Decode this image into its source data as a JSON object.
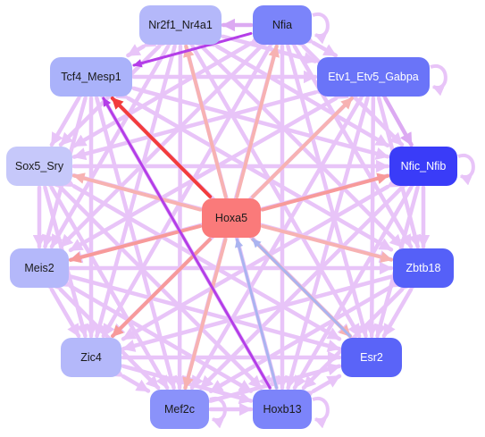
{
  "diagram": {
    "colors": {
      "edge_light": "#e8c4f8",
      "edge_mid": "#dcaaf2",
      "edge_purple": "#b43ee8",
      "edge_red": "#f23c3c",
      "edge_salmon": "#f79a9a",
      "edge_pink": "#f7b2b2",
      "edge_blue": "#aab4f0"
    },
    "nodes": [
      {
        "id": "nr2f1",
        "label": "Nr2f1_Nr4a1",
        "fill": "#b4b8fa",
        "text_color": "#1a1a1a"
      },
      {
        "id": "nfia",
        "label": "Nfia",
        "fill": "#7b84fa",
        "text_color": "#1a1a1a"
      },
      {
        "id": "tcf4",
        "label": "Tcf4_Mesp1",
        "fill": "#aab2fa",
        "text_color": "#1a1a1a"
      },
      {
        "id": "etv1",
        "label": "Etv1_Etv5_Gabpa",
        "fill": "#6a74f8",
        "text_color": "#ffffff"
      },
      {
        "id": "sox5",
        "label": "Sox5_Sry",
        "fill": "#c6c8fa",
        "text_color": "#1a1a1a"
      },
      {
        "id": "nfic",
        "label": "Nfic_Nfib",
        "fill": "#3a3cf8",
        "text_color": "#ffffff"
      },
      {
        "id": "hoxa5",
        "label": "Hoxa5",
        "fill": "#fa7a7a",
        "text_color": "#1a1a1a"
      },
      {
        "id": "meis2",
        "label": "Meis2",
        "fill": "#b4b8fa",
        "text_color": "#1a1a1a"
      },
      {
        "id": "zbtb18",
        "label": "Zbtb18",
        "fill": "#5560f8",
        "text_color": "#ffffff"
      },
      {
        "id": "zic4",
        "label": "Zic4",
        "fill": "#b4b8fa",
        "text_color": "#1a1a1a"
      },
      {
        "id": "esr2",
        "label": "Esr2",
        "fill": "#5a64f8",
        "text_color": "#ffffff"
      },
      {
        "id": "mef2c",
        "label": "Mef2c",
        "fill": "#8a92fa",
        "text_color": "#1a1a1a"
      },
      {
        "id": "hoxb13",
        "label": "Hoxb13",
        "fill": "#7c84fa",
        "text_color": "#1a1a1a"
      }
    ],
    "edges": [
      {
        "from": "hoxa5",
        "to": "tcf4",
        "kind": "red"
      },
      {
        "from": "hoxa5",
        "to": "nfic",
        "kind": "salmon"
      },
      {
        "from": "hoxa5",
        "to": "sox5",
        "kind": "pink"
      },
      {
        "from": "hoxa5",
        "to": "meis2",
        "kind": "salmon"
      },
      {
        "from": "hoxa5",
        "to": "zbtb18",
        "kind": "pink"
      },
      {
        "from": "hoxa5",
        "to": "zic4",
        "kind": "salmon"
      },
      {
        "from": "hoxa5",
        "to": "esr2",
        "kind": "pink"
      },
      {
        "from": "hoxa5",
        "to": "nfia",
        "kind": "pink"
      },
      {
        "from": "hoxa5",
        "to": "etv1",
        "kind": "pink"
      },
      {
        "from": "hoxa5",
        "to": "nr2f1",
        "kind": "pink"
      },
      {
        "from": "hoxa5",
        "to": "mef2c",
        "kind": "pink"
      },
      {
        "from": "esr2",
        "to": "hoxa5",
        "kind": "blue"
      },
      {
        "from": "hoxb13",
        "to": "hoxa5",
        "kind": "blue"
      },
      {
        "from": "hoxb13",
        "to": "tcf4",
        "kind": "purple"
      },
      {
        "from": "nfia",
        "to": "tcf4",
        "kind": "purple"
      },
      {
        "from": "etv1",
        "to": "nfic",
        "kind": "mid"
      },
      {
        "from": "nfia",
        "to": "nr2f1",
        "kind": "mid"
      },
      {
        "from": "nfia",
        "to": "sox5",
        "kind": "light"
      },
      {
        "from": "nfia",
        "to": "meis2",
        "kind": "light"
      },
      {
        "from": "nfia",
        "to": "zic4",
        "kind": "light"
      },
      {
        "from": "nfia",
        "to": "mef2c",
        "kind": "light"
      },
      {
        "from": "nfia",
        "to": "hoxb13",
        "kind": "light"
      },
      {
        "from": "nfia",
        "to": "esr2",
        "kind": "light"
      },
      {
        "from": "nfia",
        "to": "zbtb18",
        "kind": "light"
      },
      {
        "from": "nfia",
        "to": "nfic",
        "kind": "light"
      },
      {
        "from": "nfia",
        "to": "etv1",
        "kind": "light"
      },
      {
        "from": "nr2f1",
        "to": "tcf4",
        "kind": "light"
      },
      {
        "from": "nr2f1",
        "to": "etv1",
        "kind": "light"
      },
      {
        "from": "nr2f1",
        "to": "sox5",
        "kind": "light"
      },
      {
        "from": "nr2f1",
        "to": "meis2",
        "kind": "light"
      },
      {
        "from": "nr2f1",
        "to": "zic4",
        "kind": "light"
      },
      {
        "from": "nr2f1",
        "to": "mef2c",
        "kind": "light"
      },
      {
        "from": "nr2f1",
        "to": "hoxb13",
        "kind": "light"
      },
      {
        "from": "nr2f1",
        "to": "esr2",
        "kind": "light"
      },
      {
        "from": "nr2f1",
        "to": "zbtb18",
        "kind": "light"
      },
      {
        "from": "nr2f1",
        "to": "nfic",
        "kind": "light"
      },
      {
        "from": "tcf4",
        "to": "etv1",
        "kind": "light"
      },
      {
        "from": "tcf4",
        "to": "sox5",
        "kind": "light"
      },
      {
        "from": "tcf4",
        "to": "meis2",
        "kind": "light"
      },
      {
        "from": "tcf4",
        "to": "zic4",
        "kind": "light"
      },
      {
        "from": "tcf4",
        "to": "mef2c",
        "kind": "light"
      },
      {
        "from": "tcf4",
        "to": "hoxb13",
        "kind": "light"
      },
      {
        "from": "tcf4",
        "to": "esr2",
        "kind": "light"
      },
      {
        "from": "tcf4",
        "to": "zbtb18",
        "kind": "light"
      },
      {
        "from": "tcf4",
        "to": "nfic",
        "kind": "light"
      },
      {
        "from": "etv1",
        "to": "sox5",
        "kind": "light"
      },
      {
        "from": "etv1",
        "to": "meis2",
        "kind": "light"
      },
      {
        "from": "etv1",
        "to": "zic4",
        "kind": "light"
      },
      {
        "from": "etv1",
        "to": "mef2c",
        "kind": "light"
      },
      {
        "from": "etv1",
        "to": "hoxb13",
        "kind": "light"
      },
      {
        "from": "etv1",
        "to": "esr2",
        "kind": "light"
      },
      {
        "from": "etv1",
        "to": "zbtb18",
        "kind": "light"
      },
      {
        "from": "sox5",
        "to": "meis2",
        "kind": "light"
      },
      {
        "from": "sox5",
        "to": "zic4",
        "kind": "light"
      },
      {
        "from": "sox5",
        "to": "mef2c",
        "kind": "light"
      },
      {
        "from": "sox5",
        "to": "hoxb13",
        "kind": "light"
      },
      {
        "from": "sox5",
        "to": "esr2",
        "kind": "light"
      },
      {
        "from": "sox5",
        "to": "zbtb18",
        "kind": "light"
      },
      {
        "from": "sox5",
        "to": "nfic",
        "kind": "light"
      },
      {
        "from": "nfic",
        "to": "meis2",
        "kind": "light"
      },
      {
        "from": "nfic",
        "to": "zic4",
        "kind": "light"
      },
      {
        "from": "nfic",
        "to": "mef2c",
        "kind": "light"
      },
      {
        "from": "nfic",
        "to": "hoxb13",
        "kind": "light"
      },
      {
        "from": "nfic",
        "to": "esr2",
        "kind": "light"
      },
      {
        "from": "nfic",
        "to": "zbtb18",
        "kind": "light"
      },
      {
        "from": "meis2",
        "to": "zic4",
        "kind": "light"
      },
      {
        "from": "meis2",
        "to": "mef2c",
        "kind": "light"
      },
      {
        "from": "meis2",
        "to": "hoxb13",
        "kind": "light"
      },
      {
        "from": "meis2",
        "to": "esr2",
        "kind": "light"
      },
      {
        "from": "meis2",
        "to": "zbtb18",
        "kind": "light"
      },
      {
        "from": "zbtb18",
        "to": "zic4",
        "kind": "light"
      },
      {
        "from": "zbtb18",
        "to": "mef2c",
        "kind": "light"
      },
      {
        "from": "zbtb18",
        "to": "hoxb13",
        "kind": "light"
      },
      {
        "from": "zbtb18",
        "to": "esr2",
        "kind": "light"
      },
      {
        "from": "zic4",
        "to": "mef2c",
        "kind": "light"
      },
      {
        "from": "zic4",
        "to": "hoxb13",
        "kind": "light"
      },
      {
        "from": "zic4",
        "to": "esr2",
        "kind": "light"
      },
      {
        "from": "mef2c",
        "to": "hoxb13",
        "kind": "light"
      },
      {
        "from": "mef2c",
        "to": "esr2",
        "kind": "light"
      },
      {
        "from": "hoxb13",
        "to": "esr2",
        "kind": "light"
      }
    ],
    "self_loops": [
      "nfia",
      "etv1",
      "nfic",
      "mef2c",
      "hoxb13"
    ]
  }
}
